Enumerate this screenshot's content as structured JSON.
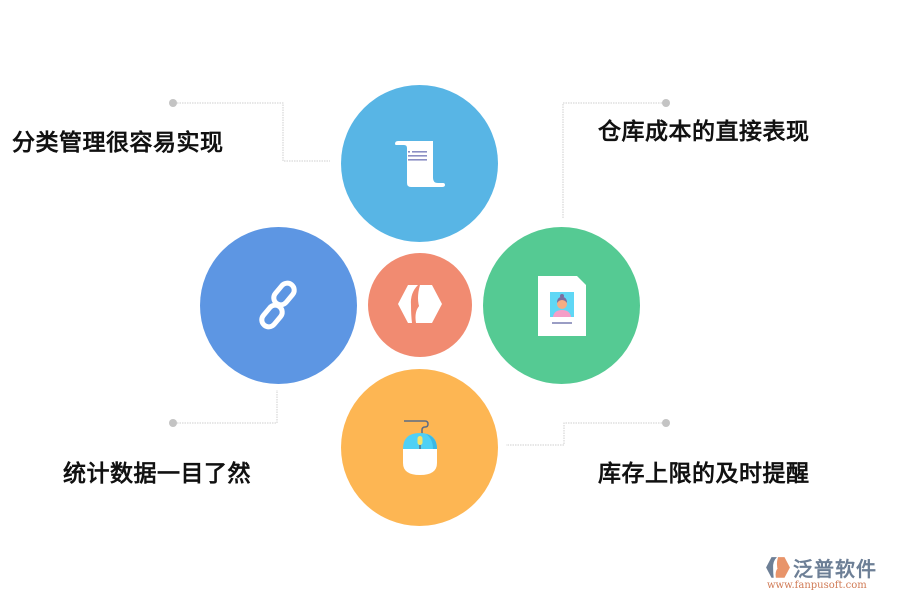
{
  "diagram": {
    "items": [
      {
        "label": "分类管理很容易实现",
        "icon": "scroll-document-icon",
        "color": "#58b5e5"
      },
      {
        "label": "仓库成本的直接表现",
        "icon": "id-card-document-icon",
        "color": "#55ca93"
      },
      {
        "label": "统计数据一目了然",
        "icon": "chain-link-icon",
        "color": "#5d96e3"
      },
      {
        "label": "库存上限的及时提醒",
        "icon": "computer-mouse-icon",
        "color": "#fdb653"
      }
    ],
    "center": {
      "icon": "fanpu-logo-icon",
      "color": "#f18b71"
    }
  },
  "brand": {
    "name": "泛普软件",
    "url": "www.fanpusoft.com"
  }
}
